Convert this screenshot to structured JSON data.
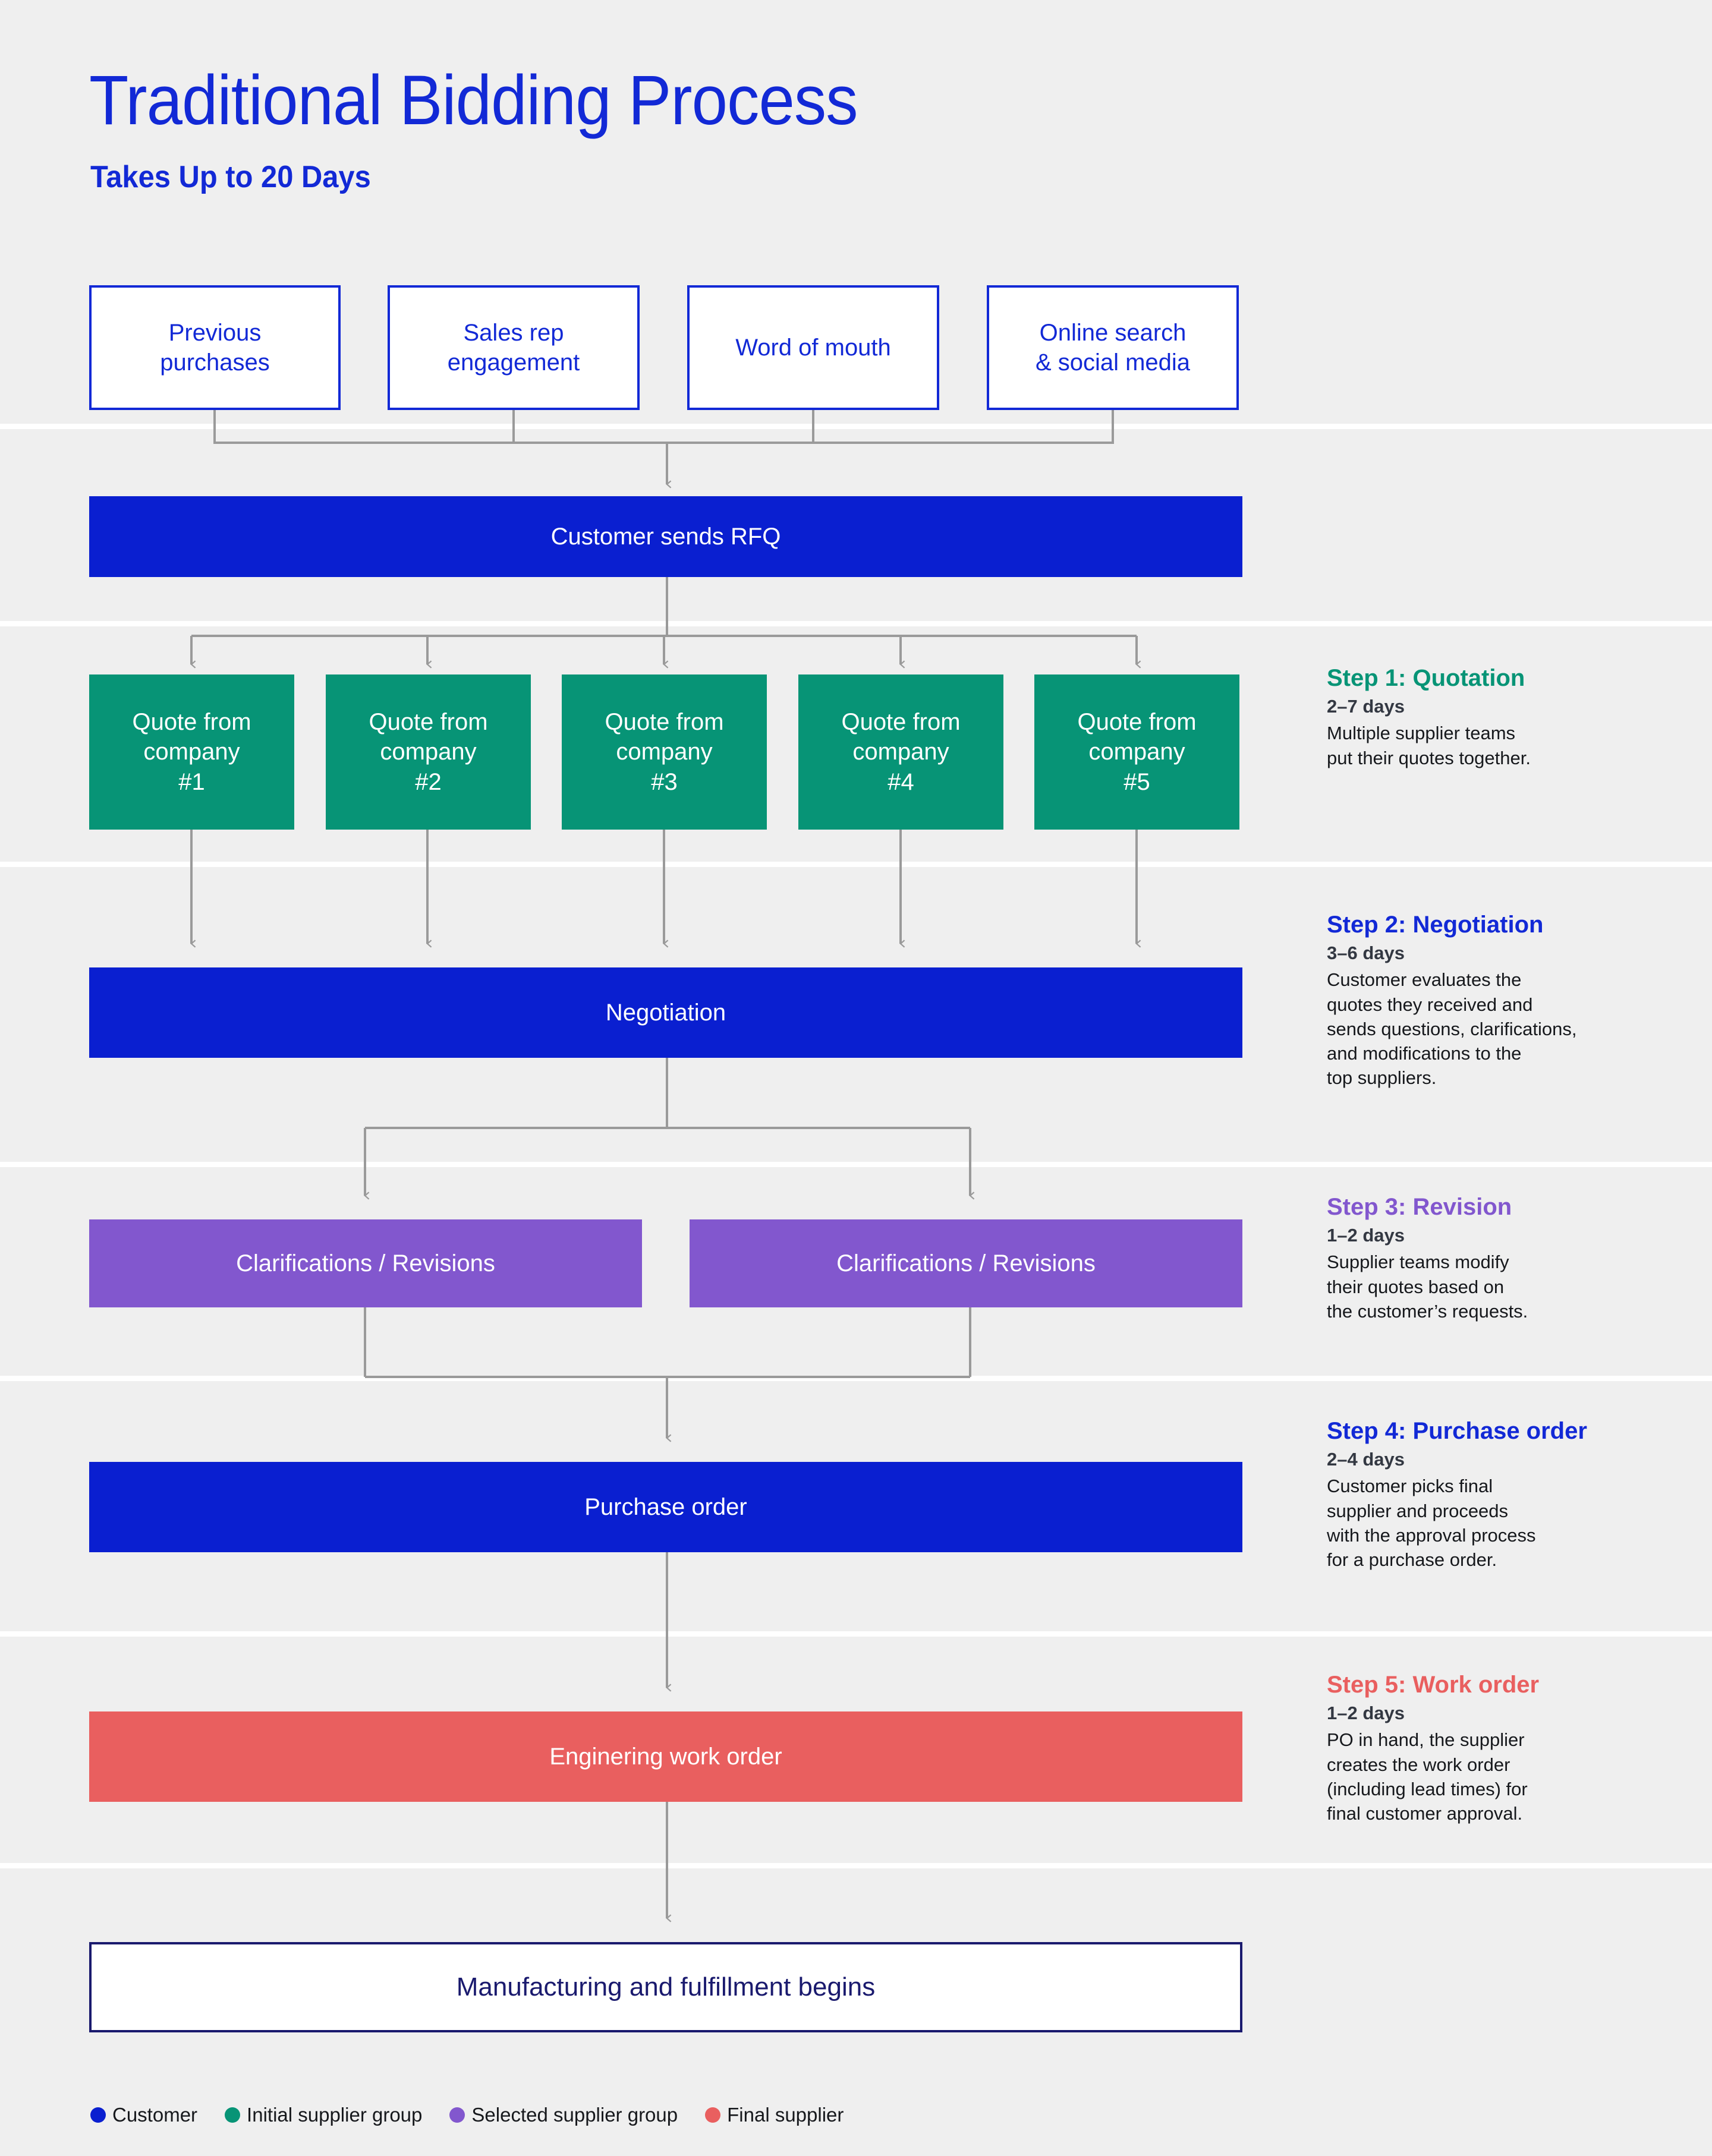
{
  "header": {
    "title": "Traditional Bidding Process",
    "subtitle": "Takes Up to 20 Days",
    "title_color": "#1229d6"
  },
  "colors": {
    "background": "#efefef",
    "customer_blue": "#0a1fd0",
    "initial_supplier_teal": "#079476",
    "selected_supplier_purple": "#8257ce",
    "final_supplier_red": "#e95f5f",
    "final_box_navy": "#1a1a6e",
    "connector_gray": "#9a9a9a"
  },
  "sources": [
    {
      "label": "Previous\npurchases"
    },
    {
      "label": "Sales rep\nengagement"
    },
    {
      "label": "Word of mouth"
    },
    {
      "label": "Online search\n& social media"
    }
  ],
  "nodes": {
    "rfq": "Customer sends RFQ",
    "negotiation": "Negotiation",
    "purchase_order": "Purchase order",
    "work_order": "Enginering work order",
    "manufacturing": "Manufacturing and fulfillment begins"
  },
  "quotes": [
    {
      "label": "Quote from\ncompany\n#1"
    },
    {
      "label": "Quote from\ncompany\n#2"
    },
    {
      "label": "Quote from\ncompany\n#3"
    },
    {
      "label": "Quote from\ncompany\n#4"
    },
    {
      "label": "Quote from\ncompany\n#5"
    }
  ],
  "revisions": [
    {
      "label": "Clarifications / Revisions"
    },
    {
      "label": "Clarifications / Revisions"
    }
  ],
  "steps": [
    {
      "heading": "Step 1: Quotation",
      "duration": "2–7 days",
      "description": "Multiple supplier teams\nput their quotes together.",
      "color": "#079476"
    },
    {
      "heading": "Step 2: Negotiation",
      "duration": "3–6 days",
      "description": "Customer evaluates the\nquotes they received and\nsends questions, clarifications,\nand modifications to the\ntop suppliers.",
      "color": "#1229d6"
    },
    {
      "heading": "Step 3: Revision",
      "duration": "1–2 days",
      "description": "Supplier teams modify\ntheir quotes based on\nthe customer’s requests.",
      "color": "#8257ce"
    },
    {
      "heading": "Step 4: Purchase order",
      "duration": "2–4 days",
      "description": "Customer picks final\nsupplier and proceeds\nwith the approval process\nfor a purchase order.",
      "color": "#1229d6"
    },
    {
      "heading": "Step 5: Work order",
      "duration": "1–2 days",
      "description": "PO in hand, the supplier\ncreates the work order\n(including lead times) for\nfinal customer approval.",
      "color": "#e95f5f"
    }
  ],
  "legend": [
    {
      "label": "Customer",
      "color": "#0a1fd0"
    },
    {
      "label": "Initial supplier group",
      "color": "#079476"
    },
    {
      "label": "Selected supplier group",
      "color": "#8257ce"
    },
    {
      "label": "Final supplier",
      "color": "#e95f5f"
    }
  ]
}
